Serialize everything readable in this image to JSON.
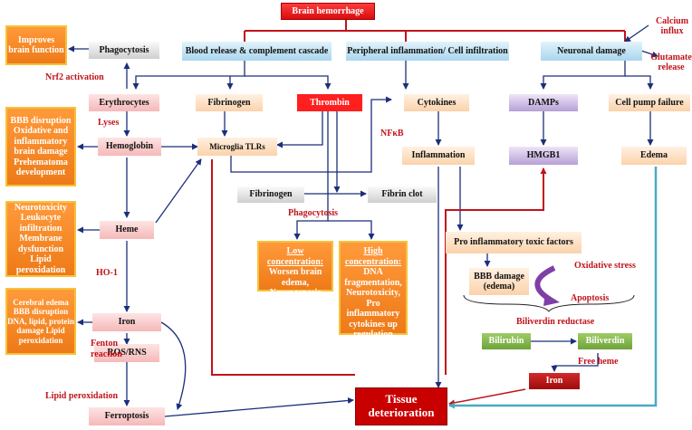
{
  "nodes": {
    "brain_hemorrhage": "Brain hemorrhage",
    "blood_release": "Blood release & complement cascade",
    "peripheral_inflammation": "Peripheral inflammation/ Cell infiltration",
    "neuronal_damage": "Neuronal damage",
    "phagocytosis": "Phagocytosis",
    "improves_brain": "Improves brain function",
    "erythrocytes": "Erythrocytes",
    "fibrinogen": "Fibrinogen",
    "thrombin": "Thrombin",
    "cytokines": "Cytokines",
    "damps": "DAMPs",
    "cell_pump_failure": "Cell pump failure",
    "hemoglobin": "Hemoglobin",
    "microglia_tlrs": "Microglia TLRs",
    "inflammation": "Inflammation",
    "hmgb1": "HMGB1",
    "edema": "Edema",
    "fibrinogen2": "Fibrinogen",
    "fibrin_clot": "Fibrin clot",
    "heme": "Heme",
    "pro_inflammatory": "Pro inflammatory toxic factors",
    "bbb_damage": "BBB damage (edema)",
    "iron": "Iron",
    "bilirubin": "Bilirubin",
    "biliverdin": "Biliverdin",
    "ros_rns": "ROS/RNS",
    "iron2": "Iron",
    "ferroptosis": "Ferroptosis",
    "tissue_deterioration": "Tissue deterioration"
  },
  "effects": {
    "bbb_disruption": "BBB disruption Oxidative and inflammatory brain damage Prehematoma development",
    "neurotoxicity": "Neurotoxicity Leukocyte infiltration Membrane dysfunction Lipid peroxidation",
    "cerebral_edema": "Cerebral edema BBB disruption DNA, lipid, protein damage Lipid peroxidation",
    "low_title": "Low concentration:",
    "low_body": "Worsen brain edema, Neurogenesis",
    "high_title": "High concentration:",
    "high_body": "DNA fragmentation, Neurotoxicity, Pro inflammatory cytokines up regulation"
  },
  "labels": {
    "calcium_influx": "Calcium influx",
    "glutamate_release": "Glutamate release",
    "nrf2": "Nrf2 activation",
    "lyses": "Lyses",
    "nfkb": "NFκB",
    "phagocytosis_label": "Phagocytosis",
    "ho1": "HO-1",
    "oxidative_stress": "Oxidative stress",
    "apoptosis": "Apoptosis",
    "biliverdin_reductase": "Biliverdin reductase",
    "free_heme": "Free heme",
    "fenton": "Fenton reaction",
    "lipid_peroxidation": "Lipid peroxidation"
  },
  "colors": {
    "trunk_red": "#c0141a",
    "arrow_navy": "#1b2f7a",
    "teal_line": "#4aa9c2"
  }
}
